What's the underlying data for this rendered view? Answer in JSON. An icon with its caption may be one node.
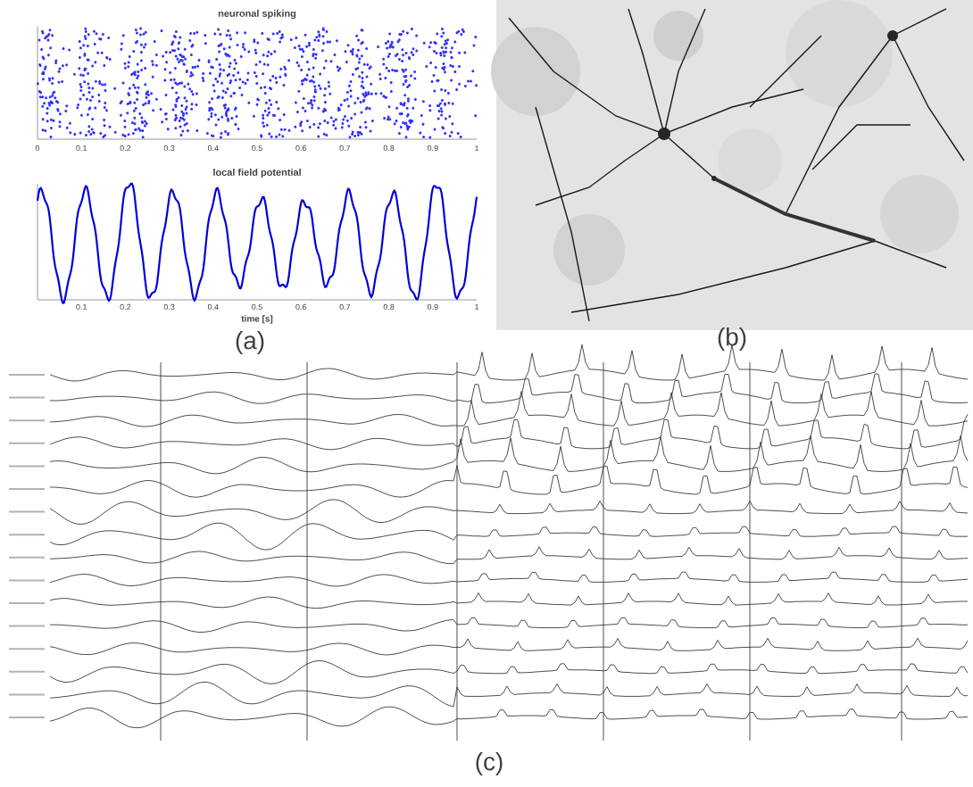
{
  "diagram": {
    "labels": [
      "neuronal spiking",
      "0",
      "0.1",
      "0.2",
      "0.3",
      "0.4",
      "0.5",
      "0.6",
      "0.7",
      "0.8",
      "0.9",
      "1",
      "local field potential",
      "0.1",
      "0.2",
      "0.3",
      "0.4",
      "0.5",
      "0.6",
      "0.7",
      "0.8",
      "0.9",
      "1",
      "time [s]",
      "(a)",
      "(b)",
      "(c)"
    ]
  }
}
